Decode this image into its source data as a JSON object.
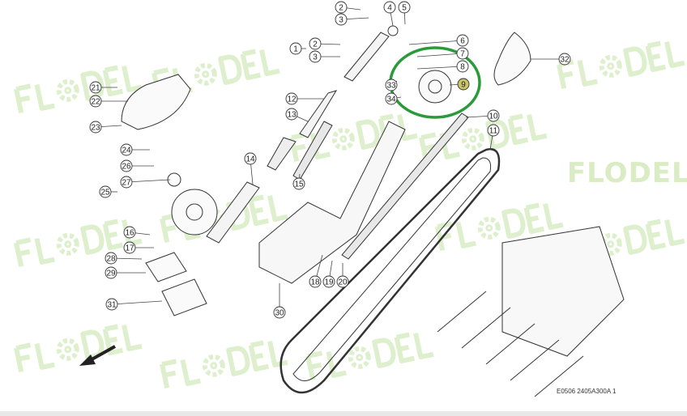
{
  "watermark": "FLODEL",
  "caption": "E0506 2405A300A 1",
  "highlight_color": "#2a9a3a",
  "highlight_label_color": "#c9c46a",
  "callouts": [
    "2",
    "3",
    "4",
    "5",
    "1",
    "2",
    "3",
    "6",
    "7",
    "8",
    "9",
    "32",
    "33",
    "34",
    "21",
    "22",
    "23",
    "12",
    "13",
    "10",
    "11",
    "24",
    "26",
    "25",
    "27",
    "14",
    "15",
    "16",
    "17",
    "28",
    "29",
    "31",
    "18",
    "19",
    "20",
    "30"
  ],
  "highlighted_callout": "9",
  "icons": {
    "direction": "arrow-down-left-icon"
  }
}
